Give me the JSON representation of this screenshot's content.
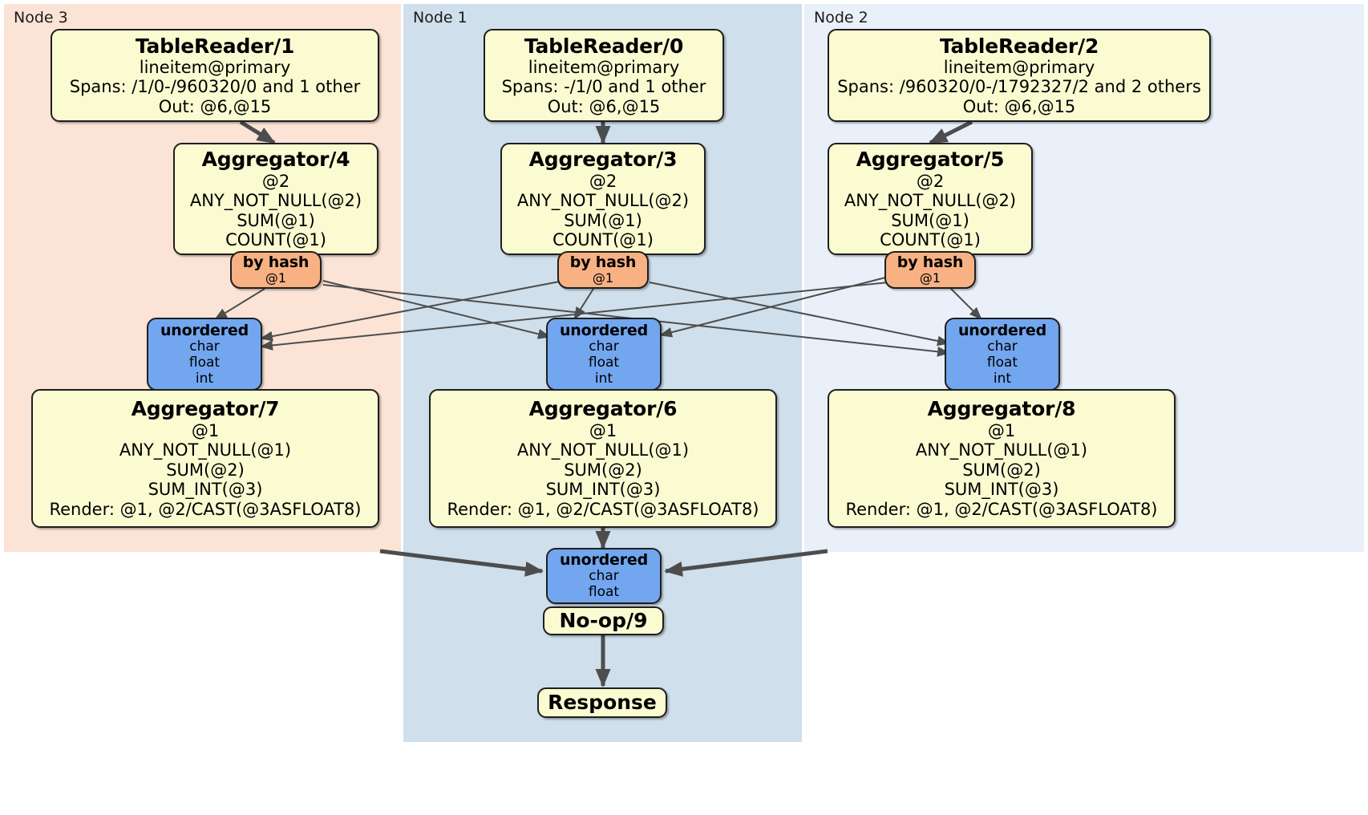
{
  "diagram": {
    "kind": "distributed-query-plan",
    "colors": {
      "node3_panel": "#fbe3d6",
      "node1_panel": "#cfdfeb",
      "node2_panel": "#eaf0fa",
      "processor_box": "#fbfbd2",
      "router_box": "#f7b183",
      "stream_box": "#72a6ef",
      "edge": "#4d4d4d",
      "border": "#1f1f1f"
    }
  },
  "panels": [
    {
      "label": "Node 3"
    },
    {
      "label": "Node 1"
    },
    {
      "label": "Node 2"
    }
  ],
  "table_readers": [
    {
      "title": "TableReader/1",
      "table": "lineitem@primary",
      "spans": "Spans: /1/0-/960320/0 and 1 other",
      "out": "Out: @6,@15"
    },
    {
      "title": "TableReader/0",
      "table": "lineitem@primary",
      "spans": "Spans: -/1/0 and 1 other",
      "out": "Out: @6,@15"
    },
    {
      "title": "TableReader/2",
      "table": "lineitem@primary",
      "spans": "Spans: /960320/0-/1792327/2 and 2 others",
      "out": "Out: @6,@15"
    }
  ],
  "upper_aggregators": [
    {
      "title": "Aggregator/4",
      "group": "@2",
      "agg1": "ANY_NOT_NULL(@2)",
      "agg2": "SUM(@1)",
      "agg3": "COUNT(@1)"
    },
    {
      "title": "Aggregator/3",
      "group": "@2",
      "agg1": "ANY_NOT_NULL(@2)",
      "agg2": "SUM(@1)",
      "agg3": "COUNT(@1)"
    },
    {
      "title": "Aggregator/5",
      "group": "@2",
      "agg1": "ANY_NOT_NULL(@2)",
      "agg2": "SUM(@1)",
      "agg3": "COUNT(@1)"
    }
  ],
  "routers": [
    {
      "title": "by hash",
      "detail": "@1"
    },
    {
      "title": "by hash",
      "detail": "@1"
    },
    {
      "title": "by hash",
      "detail": "@1"
    }
  ],
  "streams": [
    {
      "title": "unordered",
      "t1": "char",
      "t2": "float",
      "t3": "int"
    },
    {
      "title": "unordered",
      "t1": "char",
      "t2": "float",
      "t3": "int"
    },
    {
      "title": "unordered",
      "t1": "char",
      "t2": "float",
      "t3": "int"
    }
  ],
  "lower_aggregators": [
    {
      "title": "Aggregator/7",
      "group": "@1",
      "agg1": "ANY_NOT_NULL(@1)",
      "agg2": "SUM(@2)",
      "agg3": "SUM_INT(@3)",
      "render": "Render: @1, @2/CAST(@3ASFLOAT8)"
    },
    {
      "title": "Aggregator/6",
      "group": "@1",
      "agg1": "ANY_NOT_NULL(@1)",
      "agg2": "SUM(@2)",
      "agg3": "SUM_INT(@3)",
      "render": "Render: @1, @2/CAST(@3ASFLOAT8)"
    },
    {
      "title": "Aggregator/8",
      "group": "@1",
      "agg1": "ANY_NOT_NULL(@1)",
      "agg2": "SUM(@2)",
      "agg3": "SUM_INT(@3)",
      "render": "Render: @1, @2/CAST(@3ASFLOAT8)"
    }
  ],
  "final_stream": {
    "title": "unordered",
    "t1": "char",
    "t2": "float"
  },
  "noop": {
    "title": "No-op/9"
  },
  "response": {
    "title": "Response"
  }
}
